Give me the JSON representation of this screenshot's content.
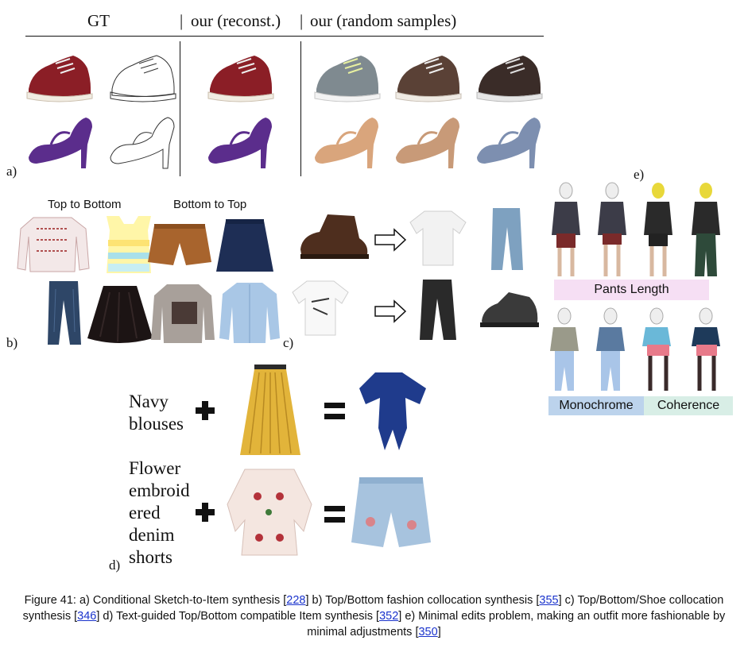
{
  "panel_a": {
    "label": "a)",
    "headers": {
      "gt": "GT",
      "reconst": "our (reconst.)",
      "random": "our (random samples)"
    },
    "separator": "|",
    "colors": {
      "red_shoe": "#8b1e26",
      "purple_shoe": "#5b2d8c",
      "grey_shoe": "#7f8a90",
      "brown_shoe": "#5a4136",
      "dark_shoe": "#3a2c28",
      "tan_heel": "#d9a57c",
      "beige_heel": "#c89a78",
      "blue_heel": "#7d8fb0"
    }
  },
  "panel_b": {
    "label": "b)",
    "left_title": "Top to Bottom",
    "right_title": "Bottom to Top"
  },
  "panel_c": {
    "label": "c)",
    "arrow_icon": "arrow-right-icon"
  },
  "panel_d": {
    "label": "d)",
    "rows": [
      {
        "text_lines": [
          "Navy",
          "blouses"
        ],
        "plus": "+",
        "equals": "="
      },
      {
        "text_lines": [
          "Flower",
          "embroid",
          "ered",
          "denim",
          "shorts"
        ],
        "plus": "+",
        "equals": "="
      }
    ]
  },
  "panel_e": {
    "label": "e)",
    "band_pants": "Pants Length",
    "band_mono": "Monochrome",
    "band_coherence": "Coherence",
    "colors": {
      "pants": "#f6dff4",
      "mono": "#bcd3ec",
      "coherence": "#d8eee6"
    }
  },
  "caption": {
    "prefix": "Figure 41: a) Conditional Sketch-to-Item synthesis [",
    "ref1": "228",
    "part2": "] b) Top/Bottom fashion collocation synthesis [",
    "ref2": "355",
    "part3": "] c) Top/Bottom/Shoe collocation synthesis [",
    "ref3": "346",
    "part4": "] d) Text-guided Top/Bottom compatible Item synthesis [",
    "ref4": "352",
    "part5": "] e) Minimal edits problem, making an outfit more fashionable by minimal adjustments [",
    "ref5": "350",
    "suffix": "]"
  }
}
